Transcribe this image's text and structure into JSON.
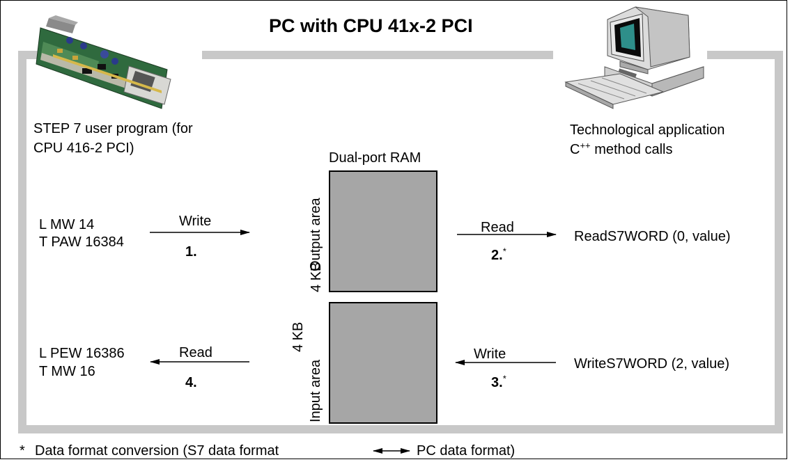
{
  "title": "PC with CPU 41x-2 PCI",
  "left_caption": [
    "STEP 7 user program (for",
    "CPU 416-2 PCI)"
  ],
  "right_caption": {
    "line1": "Technological application",
    "line2_prefix": "C",
    "line2_sup": "++",
    "line2_suffix": " method calls"
  },
  "ram": {
    "label": "Dual-port RAM",
    "output_area": "Output area",
    "input_area": "Input area",
    "size": "4 KB"
  },
  "left_code": {
    "block1": [
      "L MW 14",
      "T PAW 16384"
    ],
    "block2": [
      "L PEW 16386",
      "T MW 16"
    ]
  },
  "right_code": {
    "block1": "ReadS7WORD (0, value)",
    "block2": "WriteS7WORD (2, value)"
  },
  "arrows": {
    "a1": {
      "label": "Write",
      "step": "1."
    },
    "a2": {
      "label": "Read",
      "step": "2.",
      "mark": "*"
    },
    "a3": {
      "label": "Write",
      "step": "3.",
      "mark": "*"
    },
    "a4": {
      "label": "Read",
      "step": "4."
    }
  },
  "footnote": {
    "mark": "*",
    "text": "Data format conversion (S7 data format",
    "text_end": "PC data format)"
  },
  "icons": [
    "pci-card-image",
    "pc-computer-image",
    "bidirectional-arrow-icon"
  ],
  "colors": {
    "frame": "#c8c8c8",
    "ram_fill": "#a6a6a6"
  }
}
